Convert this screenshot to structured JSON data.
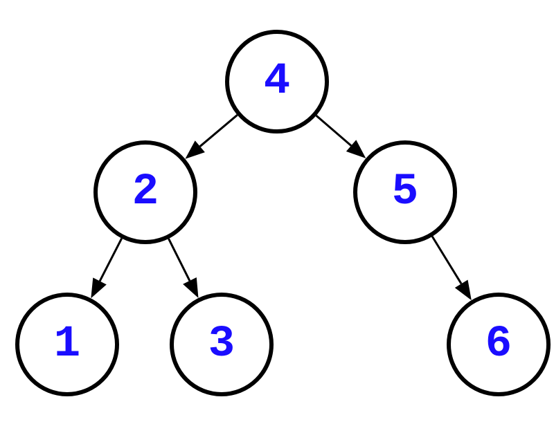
{
  "theme": {
    "label_color": "#1a0dff",
    "line_color": "#000000",
    "node_fill": "#ffffff"
  },
  "nodes": [
    {
      "id": "n4",
      "label": "4"
    },
    {
      "id": "n2",
      "label": "2"
    },
    {
      "id": "n5",
      "label": "5"
    },
    {
      "id": "n1",
      "label": "1"
    },
    {
      "id": "n3",
      "label": "3"
    },
    {
      "id": "n6",
      "label": "6"
    }
  ],
  "edges": [
    {
      "from": "n4",
      "to": "n2"
    },
    {
      "from": "n4",
      "to": "n5"
    },
    {
      "from": "n2",
      "to": "n1"
    },
    {
      "from": "n2",
      "to": "n3"
    },
    {
      "from": "n5",
      "to": "n6"
    }
  ]
}
